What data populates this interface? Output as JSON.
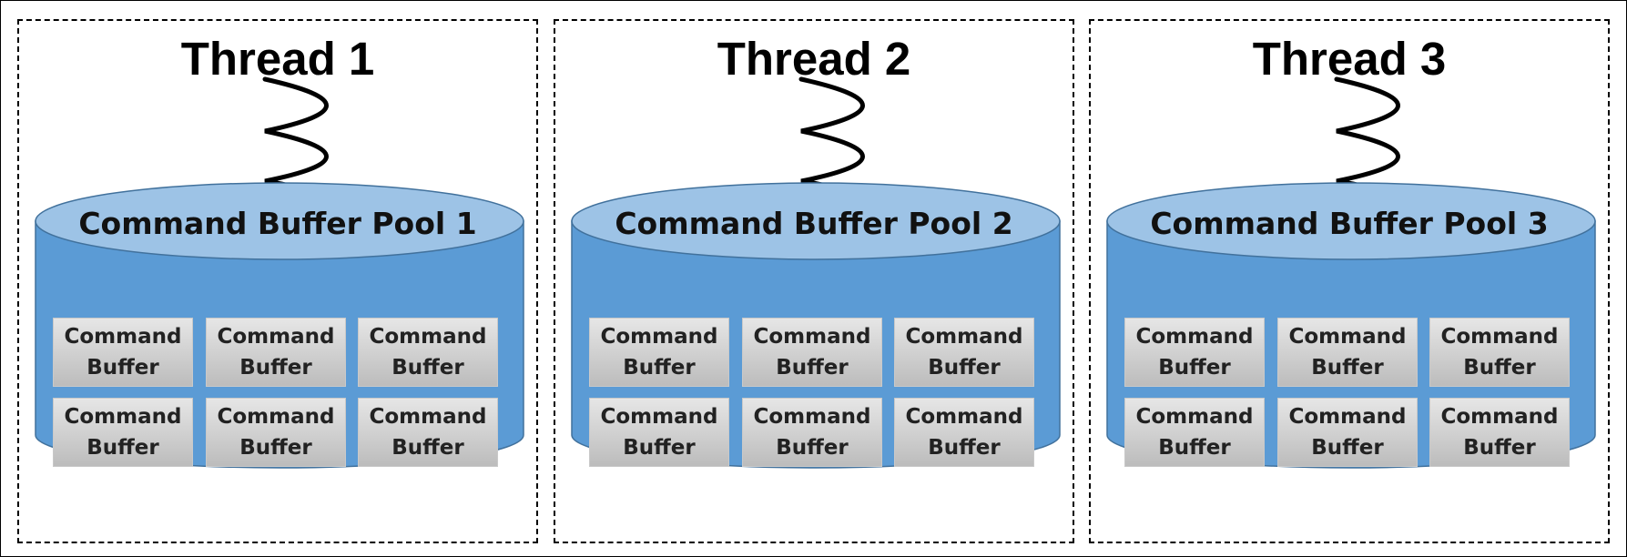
{
  "colors": {
    "cylinder_body": "#5b9bd5",
    "cylinder_top": "#9dc3e6",
    "cylinder_stroke": "#41719c",
    "buffer_fill": "#d0d0d0"
  },
  "threads": [
    {
      "title": "Thread 1",
      "pool": "Command Buffer Pool 1",
      "buffers": [
        {
          "line1": "Command",
          "line2": "Buffer"
        },
        {
          "line1": "Command",
          "line2": "Buffer"
        },
        {
          "line1": "Command",
          "line2": "Buffer"
        },
        {
          "line1": "Command",
          "line2": "Buffer"
        },
        {
          "line1": "Command",
          "line2": "Buffer"
        },
        {
          "line1": "Command",
          "line2": "Buffer"
        }
      ]
    },
    {
      "title": "Thread 2",
      "pool": "Command Buffer Pool 2",
      "buffers": [
        {
          "line1": "Command",
          "line2": "Buffer"
        },
        {
          "line1": "Command",
          "line2": "Buffer"
        },
        {
          "line1": "Command",
          "line2": "Buffer"
        },
        {
          "line1": "Command",
          "line2": "Buffer"
        },
        {
          "line1": "Command",
          "line2": "Buffer"
        },
        {
          "line1": "Command",
          "line2": "Buffer"
        }
      ]
    },
    {
      "title": "Thread 3",
      "pool": "Command Buffer Pool 3",
      "buffers": [
        {
          "line1": "Command",
          "line2": "Buffer"
        },
        {
          "line1": "Command",
          "line2": "Buffer"
        },
        {
          "line1": "Command",
          "line2": "Buffer"
        },
        {
          "line1": "Command",
          "line2": "Buffer"
        },
        {
          "line1": "Command",
          "line2": "Buffer"
        },
        {
          "line1": "Command",
          "line2": "Buffer"
        }
      ]
    }
  ]
}
